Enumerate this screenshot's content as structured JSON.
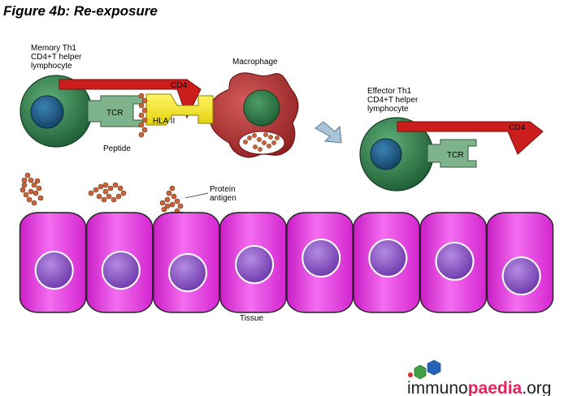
{
  "figure_title": "Figure 4b:  Re-exposure",
  "memory_cell": {
    "label_lines": [
      "Memory Th1",
      "CD4+T helper",
      "lymphocyte"
    ],
    "cd4_label": "CD4",
    "tcr_label": "TCR",
    "peptide_label": "Peptide"
  },
  "macrophage": {
    "label": "Macrophage",
    "hla_label": "HLA II"
  },
  "effector_cell": {
    "label_lines": [
      "Effector Th1",
      "CD4+T helper",
      "lymphocyte"
    ],
    "cd4_label": "CD4",
    "tcr_label": "TCR"
  },
  "antigen": {
    "label_lines": [
      "Protein",
      "antigen"
    ]
  },
  "tissue": {
    "label": "Tissue",
    "cell_count": 8
  },
  "logo": {
    "part1": "immuno",
    "part2": "paedia",
    "part3": ".org"
  },
  "colors": {
    "t_cell": "#2e7d4a",
    "nucleus": "#1f5a86",
    "cd4": "#cc1d1d",
    "tcr": "#7fb38c",
    "hla": "#f5ec1c",
    "macrophage": "#b33232",
    "antigen_bead": "#c8643a",
    "tissue": "#ee2ee6",
    "tissue_nucleus": "#8b54c9",
    "arrow": "#a9c4d6"
  }
}
